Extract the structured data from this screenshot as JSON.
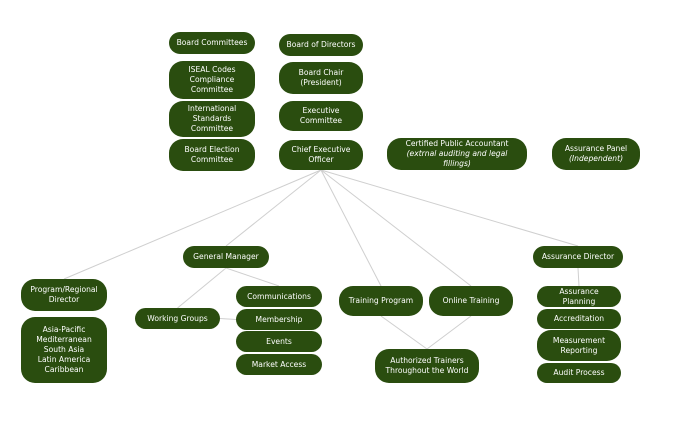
{
  "nodes": {
    "board_committees": {
      "lines": [
        "Board Committees"
      ]
    },
    "iseal": {
      "lines": [
        "ISEAL Codes",
        "Compliance",
        "Committee"
      ]
    },
    "international_standards": {
      "lines": [
        "International",
        "Standards Committee"
      ]
    },
    "board_election": {
      "lines": [
        "Board Election",
        "Committee"
      ]
    },
    "board_of_directors": {
      "lines": [
        "Board of Directors"
      ]
    },
    "board_chair": {
      "lines": [
        "Board Chair",
        "(President)"
      ]
    },
    "executive_committee": {
      "lines": [
        "Executive Committee"
      ]
    },
    "ceo": {
      "lines": [
        "Chief Executive Officer"
      ]
    },
    "cpa": {
      "lines": [
        "Certified Public Accountant"
      ],
      "italic": "(extrnal auditing and legal fillings)"
    },
    "assurance_panel": {
      "lines": [
        "Assurance Panel"
      ],
      "italic": "(Independent)"
    },
    "program_regional": {
      "lines": [
        "Program/Regional",
        "Director"
      ]
    },
    "regions": {
      "lines": [
        "Asia-Pacific",
        "Mediterranean",
        "South Asia",
        "Latin America",
        "Caribbean"
      ]
    },
    "general_manager": {
      "lines": [
        "General Manager"
      ]
    },
    "working_groups": {
      "lines": [
        "Working Groups"
      ]
    },
    "communications": {
      "lines": [
        "Communications"
      ]
    },
    "membership": {
      "lines": [
        "Membership"
      ]
    },
    "events": {
      "lines": [
        "Events"
      ]
    },
    "market_access": {
      "lines": [
        "Market Access"
      ]
    },
    "training_program": {
      "lines": [
        "Training Program"
      ]
    },
    "online_training": {
      "lines": [
        "Online Training"
      ]
    },
    "authorized_trainers": {
      "lines": [
        "Authorized Trainers",
        "Throughout the World"
      ]
    },
    "assurance_director": {
      "lines": [
        "Assurance Director"
      ]
    },
    "assurance_planning": {
      "lines": [
        "Assurance Planning"
      ]
    },
    "accreditation": {
      "lines": [
        "Accreditation"
      ]
    },
    "measurement_reporting": {
      "lines": [
        "Measurement",
        "Reporting"
      ]
    },
    "audit_process": {
      "lines": [
        "Audit Process"
      ]
    }
  },
  "links": [
    [
      "ceo",
      "program_regional"
    ],
    [
      "ceo",
      "general_manager"
    ],
    [
      "ceo",
      "training_program"
    ],
    [
      "ceo",
      "online_training"
    ],
    [
      "ceo",
      "assurance_director"
    ],
    [
      "general_manager",
      "working_groups"
    ],
    [
      "general_manager",
      "communications"
    ],
    [
      "working_groups",
      "membership"
    ],
    [
      "training_program",
      "authorized_trainers"
    ],
    [
      "online_training",
      "authorized_trainers"
    ],
    [
      "assurance_director",
      "assurance_planning"
    ]
  ],
  "colors": {
    "node": "#2a4d0f",
    "text": "#ffffff",
    "link": "#cfcfcf"
  }
}
